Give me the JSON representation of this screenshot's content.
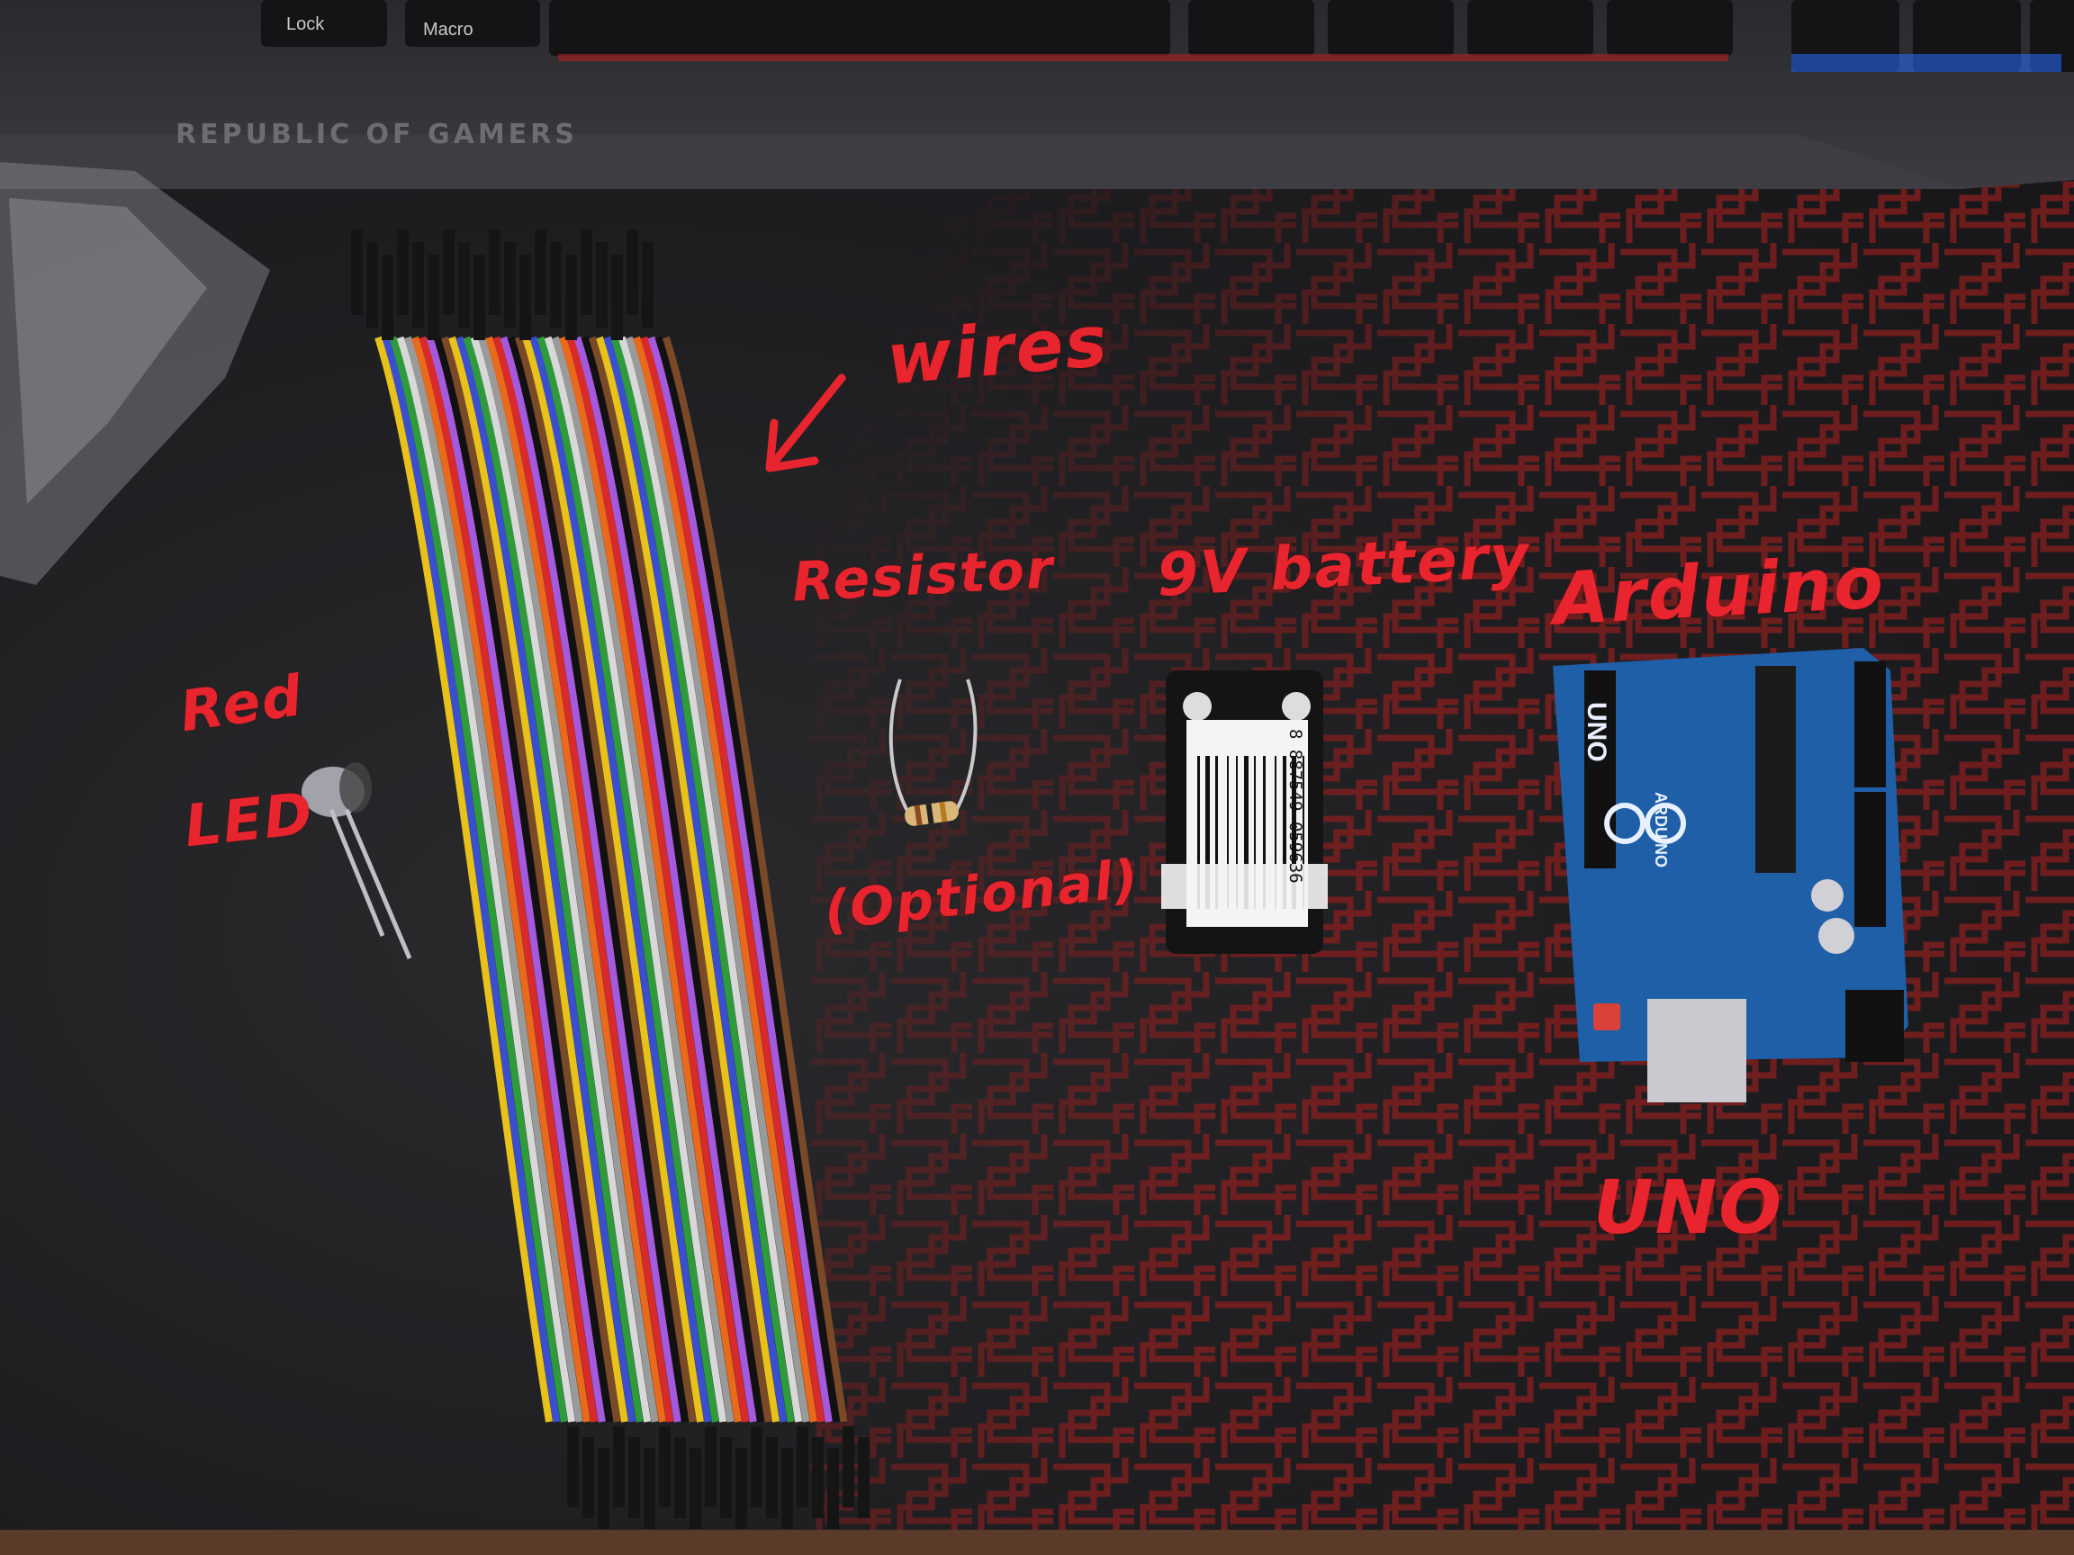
{
  "keyboard": {
    "brand": "REPUBLIC OF GAMERS",
    "keys": [
      "Lock",
      "Macro"
    ]
  },
  "annotations": {
    "wires": "wires",
    "resistor": "Resistor",
    "resistor_note": "(Optional)",
    "battery": "9V battery",
    "arduino": "Arduino",
    "arduino_model": "UNO",
    "led_color": "Red",
    "led": "LED"
  },
  "battery": {
    "barcode": "8 887549 059636"
  },
  "board": {
    "logo": "UNO",
    "name": "ARDUINO"
  },
  "colors": {
    "annotation_red": "#e8252e",
    "mat_red": "#8a1e1e",
    "board_blue": "#1f5fa8"
  }
}
